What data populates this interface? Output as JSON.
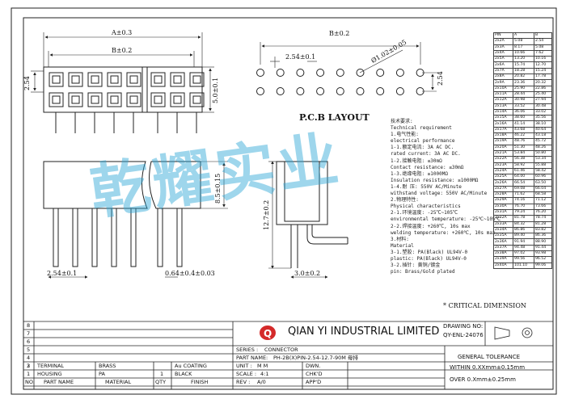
{
  "drawing": {
    "pcb_layout_title": "P.C.B LAYOUT",
    "critical_dimension_note": "* CRITICAL DIMENSION",
    "watermark_text": "乾耀实业",
    "dimensions": {
      "a_overall": "A±0.3",
      "b_front": "B±0.2",
      "pitch_front": "2.54",
      "height_front": "5.0±0.1",
      "b_pcb": "B±0.2",
      "pitch_pcb": "2.54±0.1",
      "hole_dia": "Ø1.02±0.05",
      "row_pcb": "2.54",
      "bottom_pitch": "2.54±0.1",
      "pin_size": "0.64±0.4±0.03",
      "body_height": "8.5±0.15",
      "total_height": "12.7±0.2",
      "side_offset": "3.0±0.2"
    }
  },
  "pin_table": {
    "headers": [
      "PIN",
      "A",
      "B"
    ],
    "rows": [
      [
        "2x2A",
        "5.08",
        "2.54"
      ],
      [
        "2x3A",
        "8.17",
        "5.08"
      ],
      [
        "2x4A",
        "10.66",
        "7.62"
      ],
      [
        "2x5A",
        "13.20",
        "10.16"
      ],
      [
        "2x6A",
        "15.74",
        "12.70"
      ],
      [
        "2x7A",
        "18.28",
        "15.24"
      ],
      [
        "2x8A",
        "20.82",
        "17.78"
      ],
      [
        "2x9A",
        "23.36",
        "20.32"
      ],
      [
        "2x10A",
        "25.90",
        "22.86"
      ],
      [
        "2x11A",
        "28.44",
        "25.40"
      ],
      [
        "2x12A",
        "30.98",
        "27.94"
      ],
      [
        "2x13A",
        "33.52",
        "30.48"
      ],
      [
        "2x14A",
        "36.06",
        "33.02"
      ],
      [
        "2x15A",
        "38.60",
        "35.56"
      ],
      [
        "2x16A",
        "41.14",
        "38.10"
      ],
      [
        "2x17A",
        "43.68",
        "40.64"
      ],
      [
        "2x18A",
        "46.22",
        "43.18"
      ],
      [
        "2x19A",
        "48.76",
        "45.72"
      ],
      [
        "2x20A",
        "51.30",
        "48.26"
      ],
      [
        "2x21A",
        "53.84",
        "50.80"
      ],
      [
        "2x22A",
        "56.38",
        "53.34"
      ],
      [
        "2x23A",
        "58.92",
        "55.88"
      ],
      [
        "2x24A",
        "61.46",
        "58.42"
      ],
      [
        "2x25A",
        "64.00",
        "60.96"
      ],
      [
        "2x26A",
        "66.54",
        "63.50"
      ],
      [
        "2x27A",
        "69.08",
        "66.04"
      ],
      [
        "2x28A",
        "71.62",
        "68.58"
      ],
      [
        "2x29A",
        "74.16",
        "71.12"
      ],
      [
        "2x30A",
        "76.70",
        "73.66"
      ],
      [
        "2x31A",
        "79.24",
        "76.20"
      ],
      [
        "2x32A",
        "81.78",
        "78.74"
      ],
      [
        "2x33A",
        "84.32",
        "81.28"
      ],
      [
        "2x34A",
        "86.86",
        "83.82"
      ],
      [
        "2x35A",
        "89.40",
        "86.36"
      ],
      [
        "2x36A",
        "91.94",
        "88.90"
      ],
      [
        "2x37A",
        "94.48",
        "91.44"
      ],
      [
        "2x38A",
        "97.02",
        "93.98"
      ],
      [
        "2x39A",
        "99.56",
        "96.52"
      ],
      [
        "2x40A",
        "101.10",
        "99.06"
      ]
    ]
  },
  "spec_lines": [
    "技术要求:",
    "Technical requirement",
    "1.电气性能:",
    "electrical performance",
    "  1-1.额定电流: 3A AC DC.",
    "      rated current: 3A AC DC.",
    "  1-2.接触电阻: ≤30mΩ",
    "  Contact resistance: ≤30mΩ",
    "  1-3.绝缘电阻: ≥1000MΩ",
    "  Insulation resistance: ≥1000MΩ",
    "  1-4.耐   压: 550V AC/Minute",
    "      withstand voltage: 550V AC/Minute",
    "2.物理特性:",
    "Physical characteristics",
    "  2-1.环境温度: -25℃~105℃",
    "  environmental temperature: -25℃~105℃",
    "  2-2.焊接温度: +260℃, 10s max",
    "  welding temperature: +260℃, 10s max",
    "3.材料:",
    "Material",
    "  3-1.塑胶: PA(Black) UL94V-0",
    "      plastic: PA(Black) UL94V-0",
    "  3-2.插针: 黄铜/镀金",
    "        pin: Brass/Gold plated"
  ],
  "title_block": {
    "company": "QIAN YI INDUSTRIAL LIMITED",
    "drawing_no_label": "DRAWING NO:",
    "drawing_no": "QY-ENL-24076",
    "series_label": "SERIES :",
    "series_value": "CONNECTOR",
    "part_name_label": "PART NAME:",
    "part_name_value": "PH-2B(X)PIN-2.54-12.7-90M 母排",
    "unit_label": "UNIT :",
    "unit_value": "M M",
    "scale_label": "SCALE :",
    "scale_value": "4:1",
    "rev_label": "REV :",
    "rev_value": "A/0",
    "dwn_label": "DWN.",
    "chkd_label": "CHK'D",
    "appd_label": "APP'D",
    "general_tolerance": "GENERAL TOLERANCE",
    "tol_within": "WITHIN 0.XXmm±0.15mm",
    "tol_over": "OVER   0.Xmm±0.25mm",
    "bom_rows": [
      {
        "no": "2",
        "part": "TERMINAL",
        "material": "BRASS",
        "qty": "",
        "finish": "Au COATING"
      },
      {
        "no": "1",
        "part": "HOUSING",
        "material": "PA",
        "qty": "1",
        "finish": "BLACK"
      }
    ],
    "bom_header": {
      "no": "NO.",
      "part": "PART NAME",
      "material": "MATERIAL",
      "qty": "QTY",
      "finish": "FINISH"
    },
    "row_numbers": [
      "8",
      "7",
      "6",
      "5",
      "4",
      "3"
    ]
  }
}
